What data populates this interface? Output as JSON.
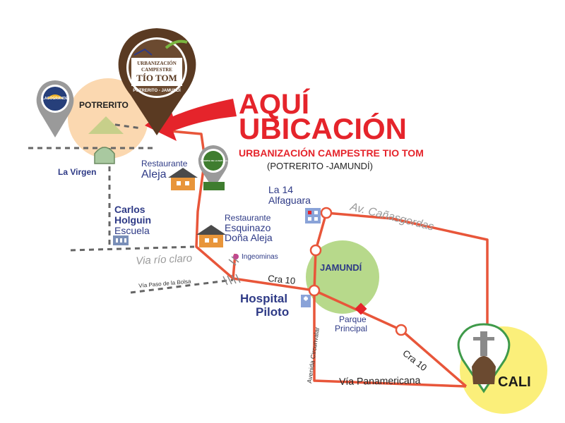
{
  "headline": {
    "line1": "AQUÍ",
    "line2": "UBICACIÓN",
    "subtitle": "URBANIZACIÓN CAMPESTRE TIO TOM",
    "location": "(POTRERITO -JAMUNDÍ)"
  },
  "pin": {
    "line1": "URBANIZACIÓN",
    "line2": "CAMPESTRE",
    "line3": "TÍO TOM",
    "line4": "POTRERITO - JAMUNDÍ"
  },
  "lago_pin_text": "LAGOGRANDE",
  "reserva_pin_text": "RESERVA DE LA NATURALEZA",
  "places": {
    "potrerito": "POTRERITO",
    "la_virgen": "La Virgen",
    "carlos1": "Carlos",
    "carlos2": "Holguin",
    "carlos3": "Escuela",
    "aleja1": "Restaurante",
    "aleja2": "Aleja",
    "dona1": "Restaurante",
    "dona2": "Esquinazo",
    "dona3": "Doña Aleja",
    "la14_1": "La 14",
    "la14_2": "Alfaguara",
    "ingeominas": "Ingeominas",
    "jamundi": "JAMUNDÍ",
    "hospital1": "Hospital",
    "hospital2": "Piloto",
    "parque1": "Parque",
    "parque2": "Principal",
    "cali": "CALI"
  },
  "roads": {
    "via_rio_claro": "Via río claro",
    "via_paso": "Vía Paso de la Bolsa",
    "cra10_a": "Cra 10",
    "cra10_b": "Cra 10",
    "canasgordas": "Av. Cañasgordas",
    "circunvalar": "Avenida Circunvalar",
    "panamericana": "Vía Panamericana"
  },
  "colors": {
    "route": "#e8563a",
    "accent_red": "#e5242b",
    "label_blue": "#2e3a86",
    "pin_brown": "#5a3a22",
    "zone_orange": "#fbd8b0",
    "zone_green": "#b7d98b",
    "zone_yellow": "#fbef7a"
  }
}
